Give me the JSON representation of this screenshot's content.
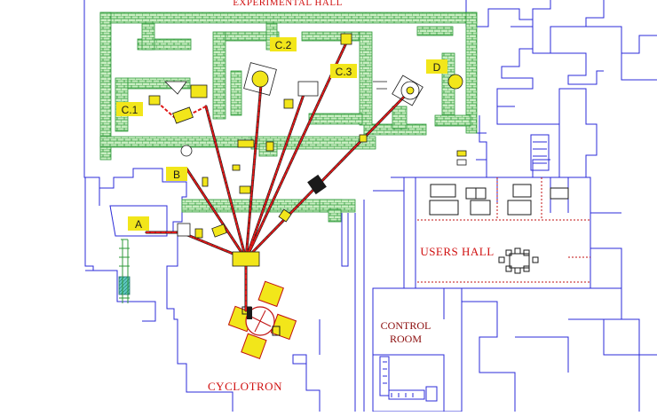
{
  "areas": {
    "experimental_hall": "EXPERIMENTAL HALL",
    "users_hall": "USERS HALL",
    "control_room_line1": "CONTROL",
    "control_room_line2": "ROOM",
    "cyclotron": "CYCLOTRON"
  },
  "beamlines": {
    "a": "A",
    "b": "B",
    "c1": "C.1",
    "c2": "C.2",
    "c3": "C.3",
    "d": "D"
  },
  "colors": {
    "wall": "#2b2bd8",
    "shield": "#2f9a3a",
    "shield_fill": "#bfe8b8",
    "beam": "#e01818",
    "label_box": "#f2e61a",
    "area_text": "#d01010",
    "control_text": "#8a0a0a"
  }
}
